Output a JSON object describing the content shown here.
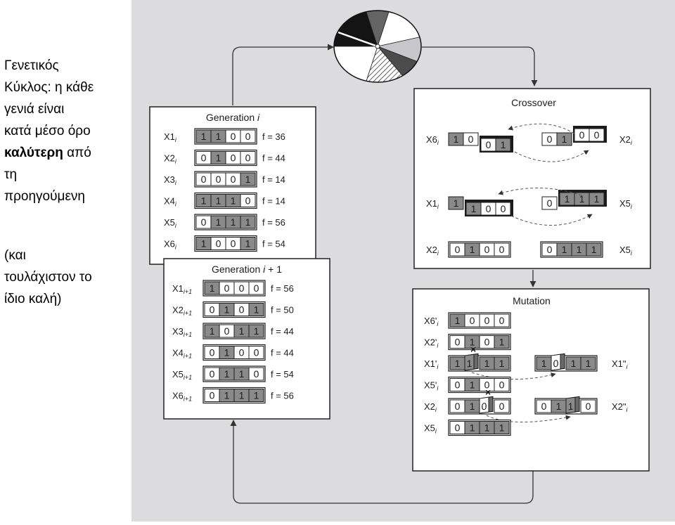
{
  "caption": {
    "lines": [
      [
        {
          "text": "Γενετικός",
          "bold": false
        }
      ],
      [
        {
          "text": "Κύκλος: η κάθε",
          "bold": false
        }
      ],
      [
        {
          "text": "γενιά είναι",
          "bold": false
        }
      ],
      [
        {
          "text": "κατά μέσο όρο",
          "bold": false
        }
      ],
      [
        {
          "text": "καλύτερη",
          "bold": true
        },
        {
          "text": " από",
          "bold": false
        }
      ],
      [
        {
          "text": "τη",
          "bold": false
        }
      ],
      [
        {
          "text": "προηγούμενη",
          "bold": false
        }
      ]
    ],
    "note_lines": [
      "(και",
      "τουλάχιστον το",
      "ίδιο καλή)"
    ]
  },
  "generation_i": {
    "title_text": "Generation ",
    "title_var": "i",
    "rows": [
      {
        "label": "X1",
        "sub": "i",
        "bits": [
          1,
          1,
          0,
          0
        ],
        "fitness": "f = 36"
      },
      {
        "label": "X2",
        "sub": "i",
        "bits": [
          0,
          1,
          0,
          0
        ],
        "fitness": "f = 44"
      },
      {
        "label": "X3",
        "sub": "i",
        "bits": [
          0,
          0,
          0,
          1
        ],
        "fitness": "f = 14"
      },
      {
        "label": "X4",
        "sub": "i",
        "bits": [
          1,
          1,
          1,
          0
        ],
        "fitness": "f = 14"
      },
      {
        "label": "X5",
        "sub": "i",
        "bits": [
          0,
          1,
          1,
          1
        ],
        "fitness": "f = 56"
      },
      {
        "label": "X6",
        "sub": "i",
        "bits": [
          1,
          0,
          0,
          1
        ],
        "fitness": "f = 54"
      }
    ]
  },
  "generation_next": {
    "title_text": "Generation ",
    "title_var": "i",
    "title_suffix": " + 1",
    "rows": [
      {
        "label": "X1",
        "sub": "i+1",
        "bits": [
          1,
          0,
          0,
          0
        ],
        "fitness": "f = 56"
      },
      {
        "label": "X2",
        "sub": "i+1",
        "bits": [
          0,
          1,
          0,
          1
        ],
        "fitness": "f = 50"
      },
      {
        "label": "X3",
        "sub": "i+1",
        "bits": [
          1,
          0,
          1,
          1
        ],
        "fitness": "f = 44"
      },
      {
        "label": "X4",
        "sub": "i+1",
        "bits": [
          0,
          1,
          0,
          0
        ],
        "fitness": "f = 44"
      },
      {
        "label": "X5",
        "sub": "i+1",
        "bits": [
          0,
          1,
          1,
          0
        ],
        "fitness": "f = 54"
      },
      {
        "label": "X6",
        "sub": "i+1",
        "bits": [
          0,
          1,
          1,
          1
        ],
        "fitness": "f = 56"
      }
    ]
  },
  "crossover": {
    "title": "Crossover",
    "pairs": [
      {
        "left": {
          "label": "X6",
          "sub": "i",
          "head": [
            1,
            0
          ],
          "tail": [
            0,
            1
          ]
        },
        "right": {
          "label": "X2",
          "sub": "i",
          "head": [
            0,
            1
          ],
          "tail": [
            0,
            0
          ]
        }
      },
      {
        "left": {
          "label": "X1",
          "sub": "i",
          "head": [
            1
          ],
          "tail": [
            1,
            0,
            0
          ]
        },
        "right": {
          "label": "X5",
          "sub": "i",
          "head": [
            0
          ],
          "tail": [
            1,
            1,
            1
          ]
        }
      }
    ],
    "unchanged": [
      {
        "label": "X2",
        "sub": "i",
        "bits": [
          0,
          1,
          0,
          0
        ]
      },
      {
        "label": "X5",
        "sub": "i",
        "bits": [
          0,
          1,
          1,
          1
        ]
      }
    ]
  },
  "mutation": {
    "title": "Mutation",
    "rows": [
      {
        "label": "X6'",
        "sub": "i",
        "bits": [
          1,
          0,
          0,
          0
        ]
      },
      {
        "label": "X2'",
        "sub": "i",
        "bits": [
          0,
          1,
          0,
          1
        ]
      },
      {
        "label": "X1'",
        "sub": "i",
        "bits": [
          1,
          1,
          1,
          1
        ],
        "flip": 1,
        "result": {
          "label": "X1\"",
          "sub": "i",
          "bits": [
            1,
            0,
            1,
            1
          ],
          "flip": 1
        }
      },
      {
        "label": "X5'",
        "sub": "i",
        "bits": [
          0,
          1,
          0,
          0
        ]
      },
      {
        "label": "X2",
        "sub": "i",
        "bits": [
          0,
          1,
          0,
          0
        ],
        "flip": 2,
        "result": {
          "label": "X2\"",
          "sub": "i",
          "bits": [
            0,
            1,
            1,
            0
          ],
          "flip": 2
        }
      },
      {
        "label": "X5",
        "sub": "i",
        "bits": [
          0,
          1,
          1,
          1
        ]
      }
    ],
    "mark": "×"
  },
  "roulette_wheel": {
    "slices": [
      {
        "share": 0.2083,
        "fill": "#141414"
      },
      {
        "share": 0.0833,
        "fill": "#646464"
      },
      {
        "share": 0.1667,
        "fill": "#ffffff"
      },
      {
        "share": 0.1111,
        "fill": "#c7c7cb"
      },
      {
        "share": 0.0833,
        "fill": "#4c4c4c"
      },
      {
        "share": 0.1389,
        "fill": "#ffffff",
        "hatch": true
      },
      {
        "share": 0.2084,
        "fill": "#ffffff"
      }
    ]
  },
  "colors": {
    "panel": "#dcdcde",
    "box": "#ffffff",
    "cell_one": "#8a8a8a",
    "cell_zero": "#ffffff",
    "ink": "#1c1c1c",
    "arrow": "#333333"
  }
}
